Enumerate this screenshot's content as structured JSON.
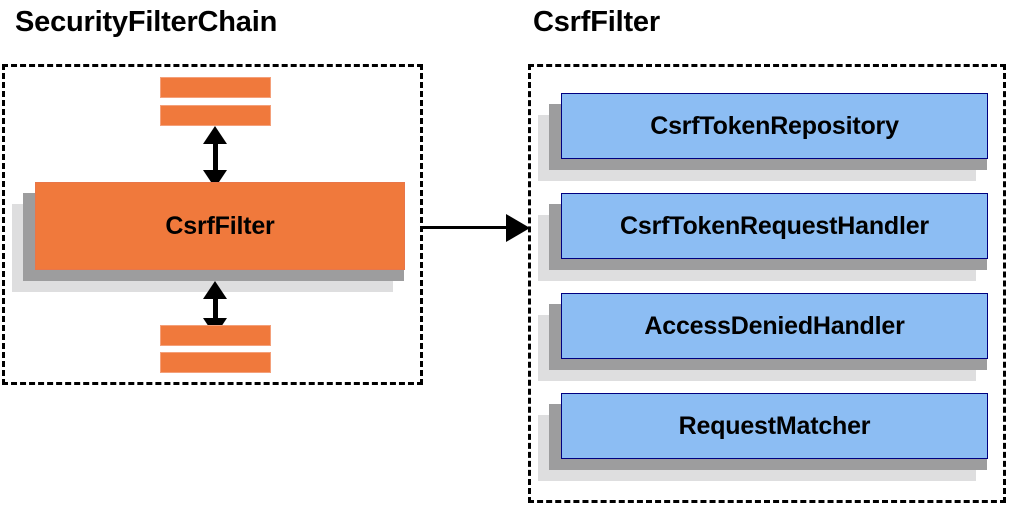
{
  "diagram": {
    "title_left": "SecurityFilterChain",
    "title_right": "CsrfFilter",
    "groups": [
      {
        "name": "security-filter-chain",
        "title": "SecurityFilterChain",
        "components": [
          {
            "label": "CsrfFilter",
            "color": "#f0793c"
          }
        ],
        "unlabeled_bars": 4
      },
      {
        "name": "csrf-filter",
        "title": "CsrfFilter",
        "components": [
          {
            "label": "CsrfTokenRepository",
            "color": "#8cbdf3"
          },
          {
            "label": "CsrfTokenRequestHandler",
            "color": "#8cbdf3"
          },
          {
            "label": "AccessDeniedHandler",
            "color": "#8cbdf3"
          },
          {
            "label": "RequestMatcher",
            "color": "#8cbdf3"
          }
        ]
      }
    ],
    "connectors": [
      {
        "name": "csrffilter-to-detail",
        "kind": "arrow-right"
      },
      {
        "name": "filter-above-csrffilter",
        "kind": "arrow-double-vertical"
      },
      {
        "name": "filter-below-csrffilter",
        "kind": "arrow-double-vertical"
      }
    ],
    "colors": {
      "orange_fill": "#f0793c",
      "orange_border": "#f4a07a",
      "blue_fill": "#8cbdf3",
      "blue_border": "#000080",
      "shadow_near": "#9d9d9e",
      "shadow_far": "#dededf",
      "panel_border": "#000000",
      "background": "#ffffff"
    }
  }
}
